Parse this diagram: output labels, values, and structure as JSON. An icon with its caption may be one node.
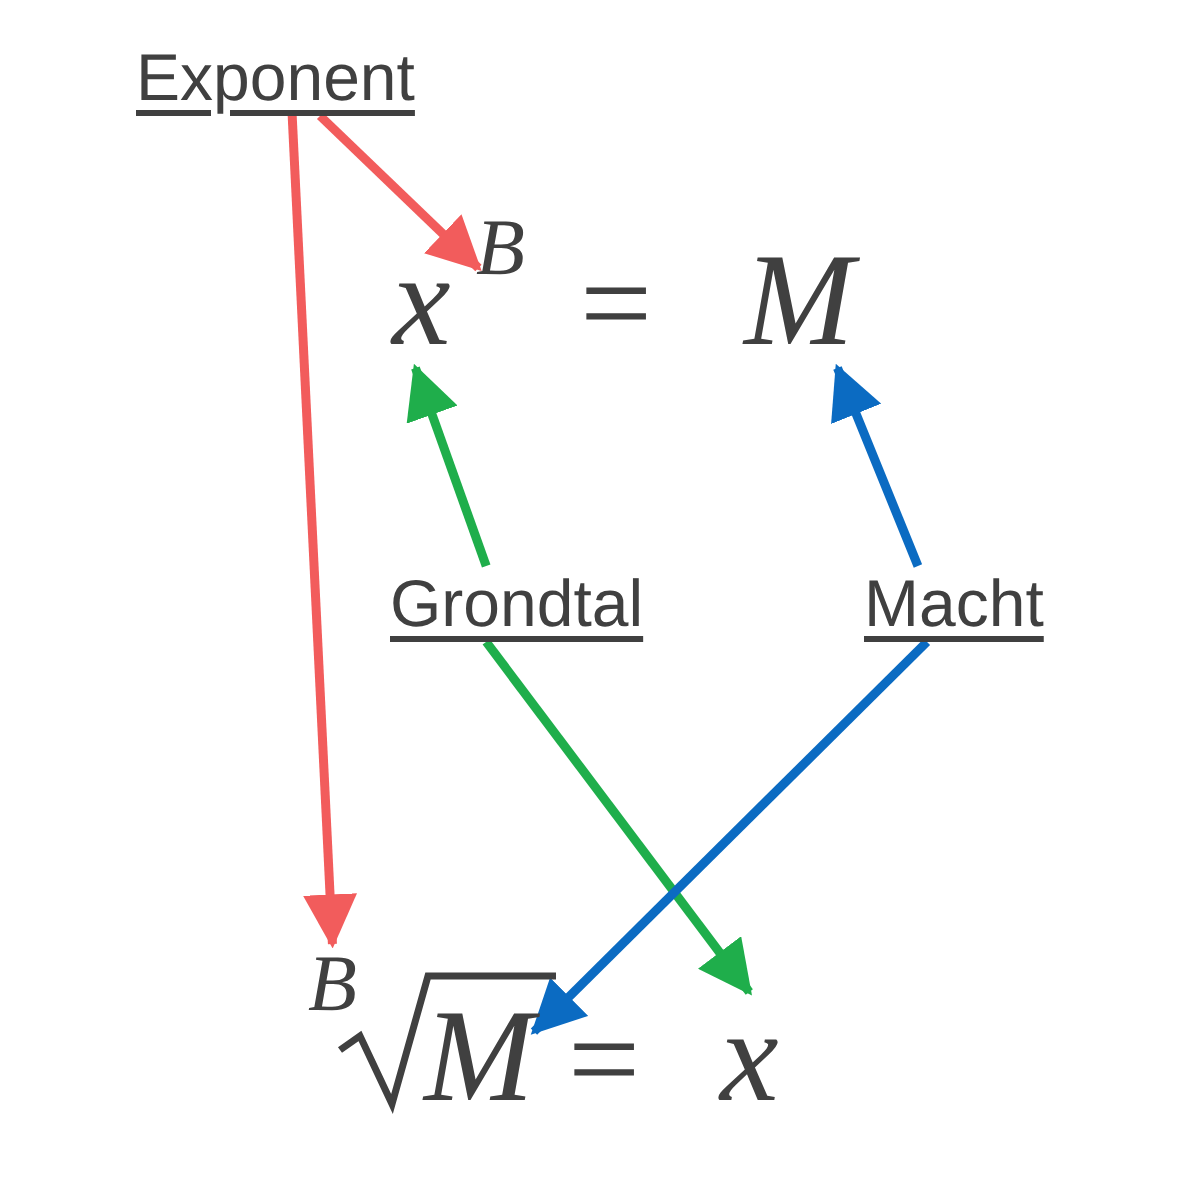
{
  "diagram": {
    "nodes": [
      {
        "text": [
          "Exponent"
        ]
      },
      {
        "text": [
          "x"
        ]
      },
      {
        "text": [
          "B"
        ]
      },
      {
        "text": [
          "M"
        ]
      },
      {
        "text": [
          "Grondtal"
        ]
      },
      {
        "text": [
          "Macht"
        ]
      },
      {
        "text": [
          "B"
        ]
      },
      {
        "text": [
          "M"
        ]
      },
      {
        "text": [
          "x"
        ]
      }
    ],
    "edges": [
      {
        "from": 0,
        "to": 2,
        "arrow": "to",
        "color": "#f25c5c"
      },
      {
        "from": 0,
        "to": 6,
        "arrow": "to",
        "color": "#f25c5c"
      },
      {
        "from": 4,
        "to": 1,
        "arrow": "to",
        "color": "#1fae4b"
      },
      {
        "from": 4,
        "to": 8,
        "arrow": "to",
        "color": "#1fae4b"
      },
      {
        "from": 5,
        "to": 3,
        "arrow": "to",
        "color": "#0b6bc2"
      },
      {
        "from": 5,
        "to": 7,
        "arrow": "to",
        "color": "#0b6bc2"
      }
    ],
    "labels": [
      "=",
      "="
    ]
  }
}
